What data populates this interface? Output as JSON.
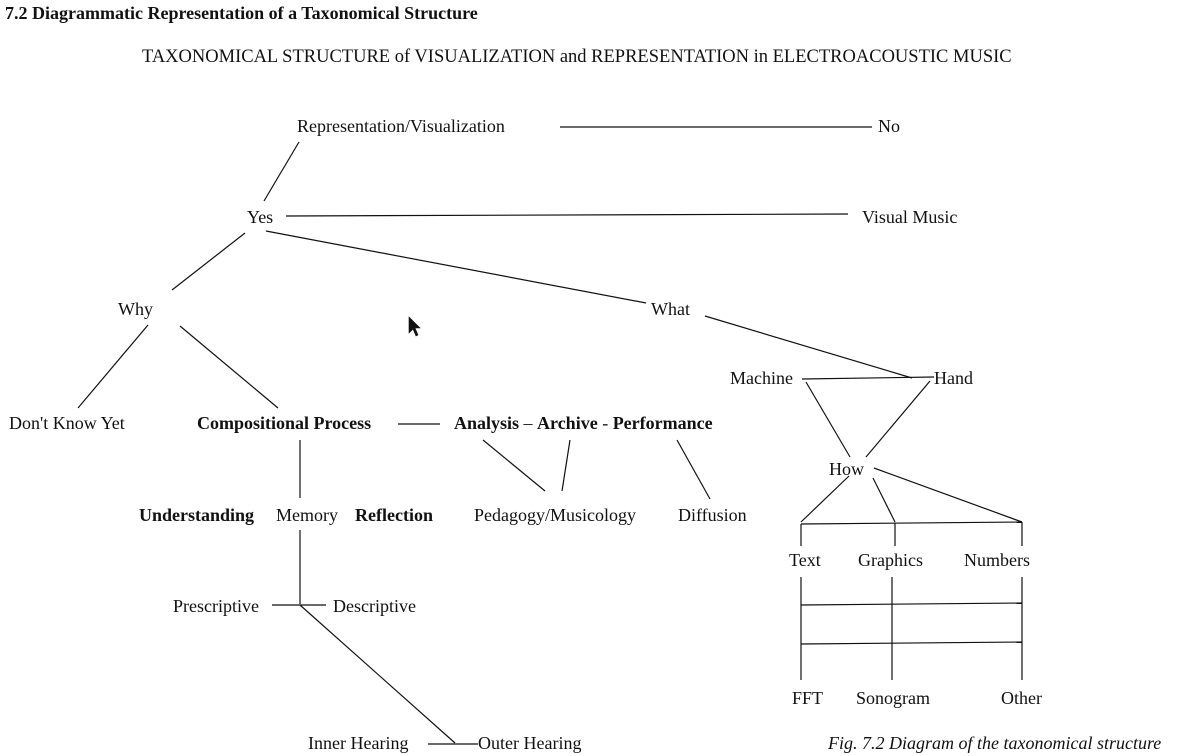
{
  "section_heading": "7.2 Diagrammatic Representation of a Taxonomical Structure",
  "diagram_title": "TAXONOMICAL STRUCTURE of VISUALIZATION and REPRESENTATION in ELECTROACOUSTIC MUSIC",
  "nodes": {
    "representation": "Representation/Visualization",
    "no": "No",
    "yes": "Yes",
    "visual_music": "Visual Music",
    "why": "Why",
    "what": "What",
    "dont_know_yet": "Don't Know Yet",
    "compositional_process": "Compositional Process",
    "analysis": "Analysis",
    "dash1": "–",
    "archive": "Archive",
    "dash2": "-",
    "performance": "Performance",
    "understanding": "Understanding",
    "memory": "Memory",
    "reflection": "Reflection",
    "pedagogy": "Pedagogy/Musicology",
    "diffusion": "Diffusion",
    "machine": "Machine",
    "hand": "Hand",
    "how": "How",
    "text": "Text",
    "graphics": "Graphics",
    "numbers": "Numbers",
    "prescriptive": "Prescriptive",
    "descriptive": "Descriptive",
    "fft": "FFT",
    "sonogram": "Sonogram",
    "other": "Other",
    "inner_hearing": "Inner Hearing",
    "outer_hearing": "Outer Hearing"
  },
  "caption": "Fig. 7.2 Diagram of the taxonomical structure",
  "cursor_icon": "mouse-pointer-icon"
}
